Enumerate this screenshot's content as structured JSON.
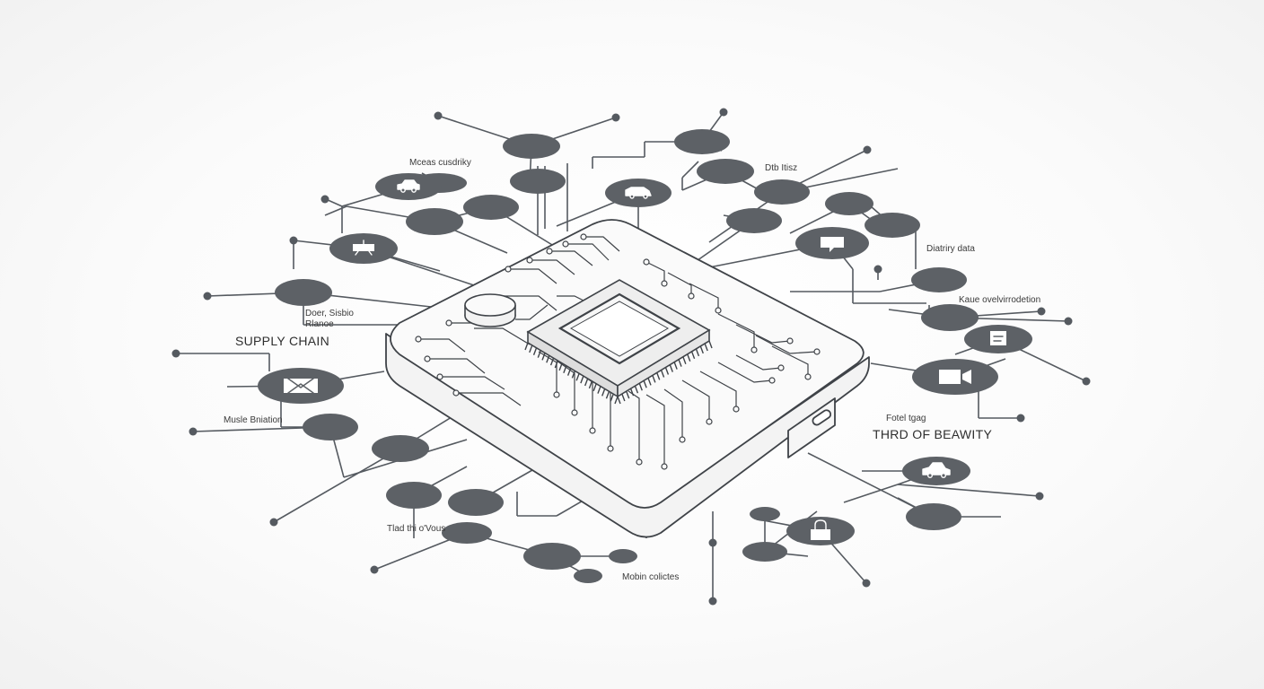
{
  "colors": {
    "node_fill": "#5d6166",
    "line": "#555a60",
    "outline": "#3f4348",
    "device_fill": "#fafafa",
    "chip_fill": "#efefef"
  },
  "labels": {
    "supply_chain": "SUPPLY CHAIN",
    "third_of_beauty": "THRD OF BEAWITY",
    "mesages_custody": "Mceas cusdriky",
    "dta_risk": "Dtb Itisz",
    "distriry_data": "Diatriry data",
    "kau_overmodation": "Kaue ovelvirrodetion",
    "door_station": "Doer, Sisbio",
    "rance": "Rlanoe",
    "musle_bration": "Musle Bniation",
    "feral_tgag": "Fotel tgag",
    "tied_th_vous": "Tlad thi o'Vous",
    "mobin_colichs": "Mobin colictes"
  },
  "icons": [
    "car-icon",
    "truck-icon",
    "router-icon",
    "envelope-icon",
    "chat-icon",
    "document-icon",
    "video-icon",
    "lock-icon",
    "delivery-car-icon",
    "chip-icon"
  ]
}
